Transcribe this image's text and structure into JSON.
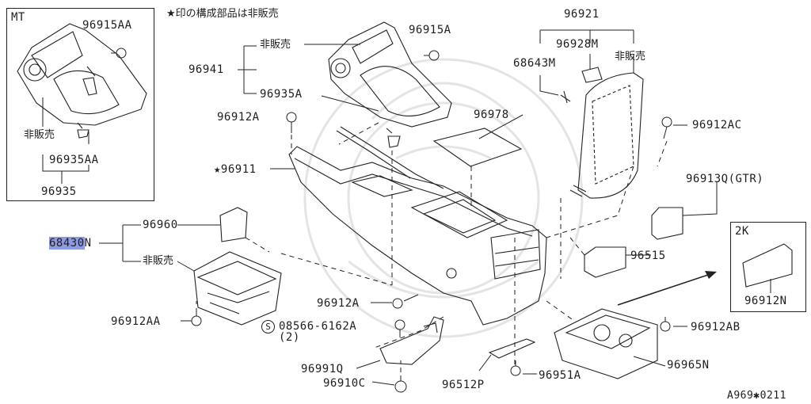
{
  "colors": {
    "line": "#222222",
    "highlight": "#8f9be0",
    "background": "#ffffff"
  },
  "note": "★印の構成部品は非販売",
  "footer": "A969✱0211",
  "mt_box": {
    "title": "MT",
    "parts": {
      "p96915AA": "96915AA",
      "not_sold": "非販売",
      "p96935AA": "96935AA",
      "p96935": "96935"
    }
  },
  "k2_box": {
    "title": "2K",
    "part": "96912N"
  },
  "labels": {
    "p96941": "96941",
    "not_sold_top": "非販売",
    "p96935A": "96935A",
    "p96915A": "96915A",
    "p96912A_top": "96912A",
    "p96978": "96978",
    "p96921": "96921",
    "p96928M": "96928M",
    "p68643M": "68643M",
    "not_sold_right": "非販売",
    "p96912AC": "96912AC",
    "p96911": "★96911",
    "p96913Q": "96913Q(GTR)",
    "p96515": "96515",
    "p96960": "96960",
    "p68430N_code": "68430",
    "p68430N_suffix": "N",
    "not_sold_left": "非販売",
    "p96912A_mid": "96912A",
    "p96912AA": "96912AA",
    "bolt_symbol": "S",
    "p08566": "08566-6162A",
    "qty": "(2)",
    "p96912AB": "96912AB",
    "p96991Q": "96991Q",
    "p96910C": "96910C",
    "p96512P": "96512P",
    "p96951A": "96951A",
    "p96965N": "96965N"
  }
}
